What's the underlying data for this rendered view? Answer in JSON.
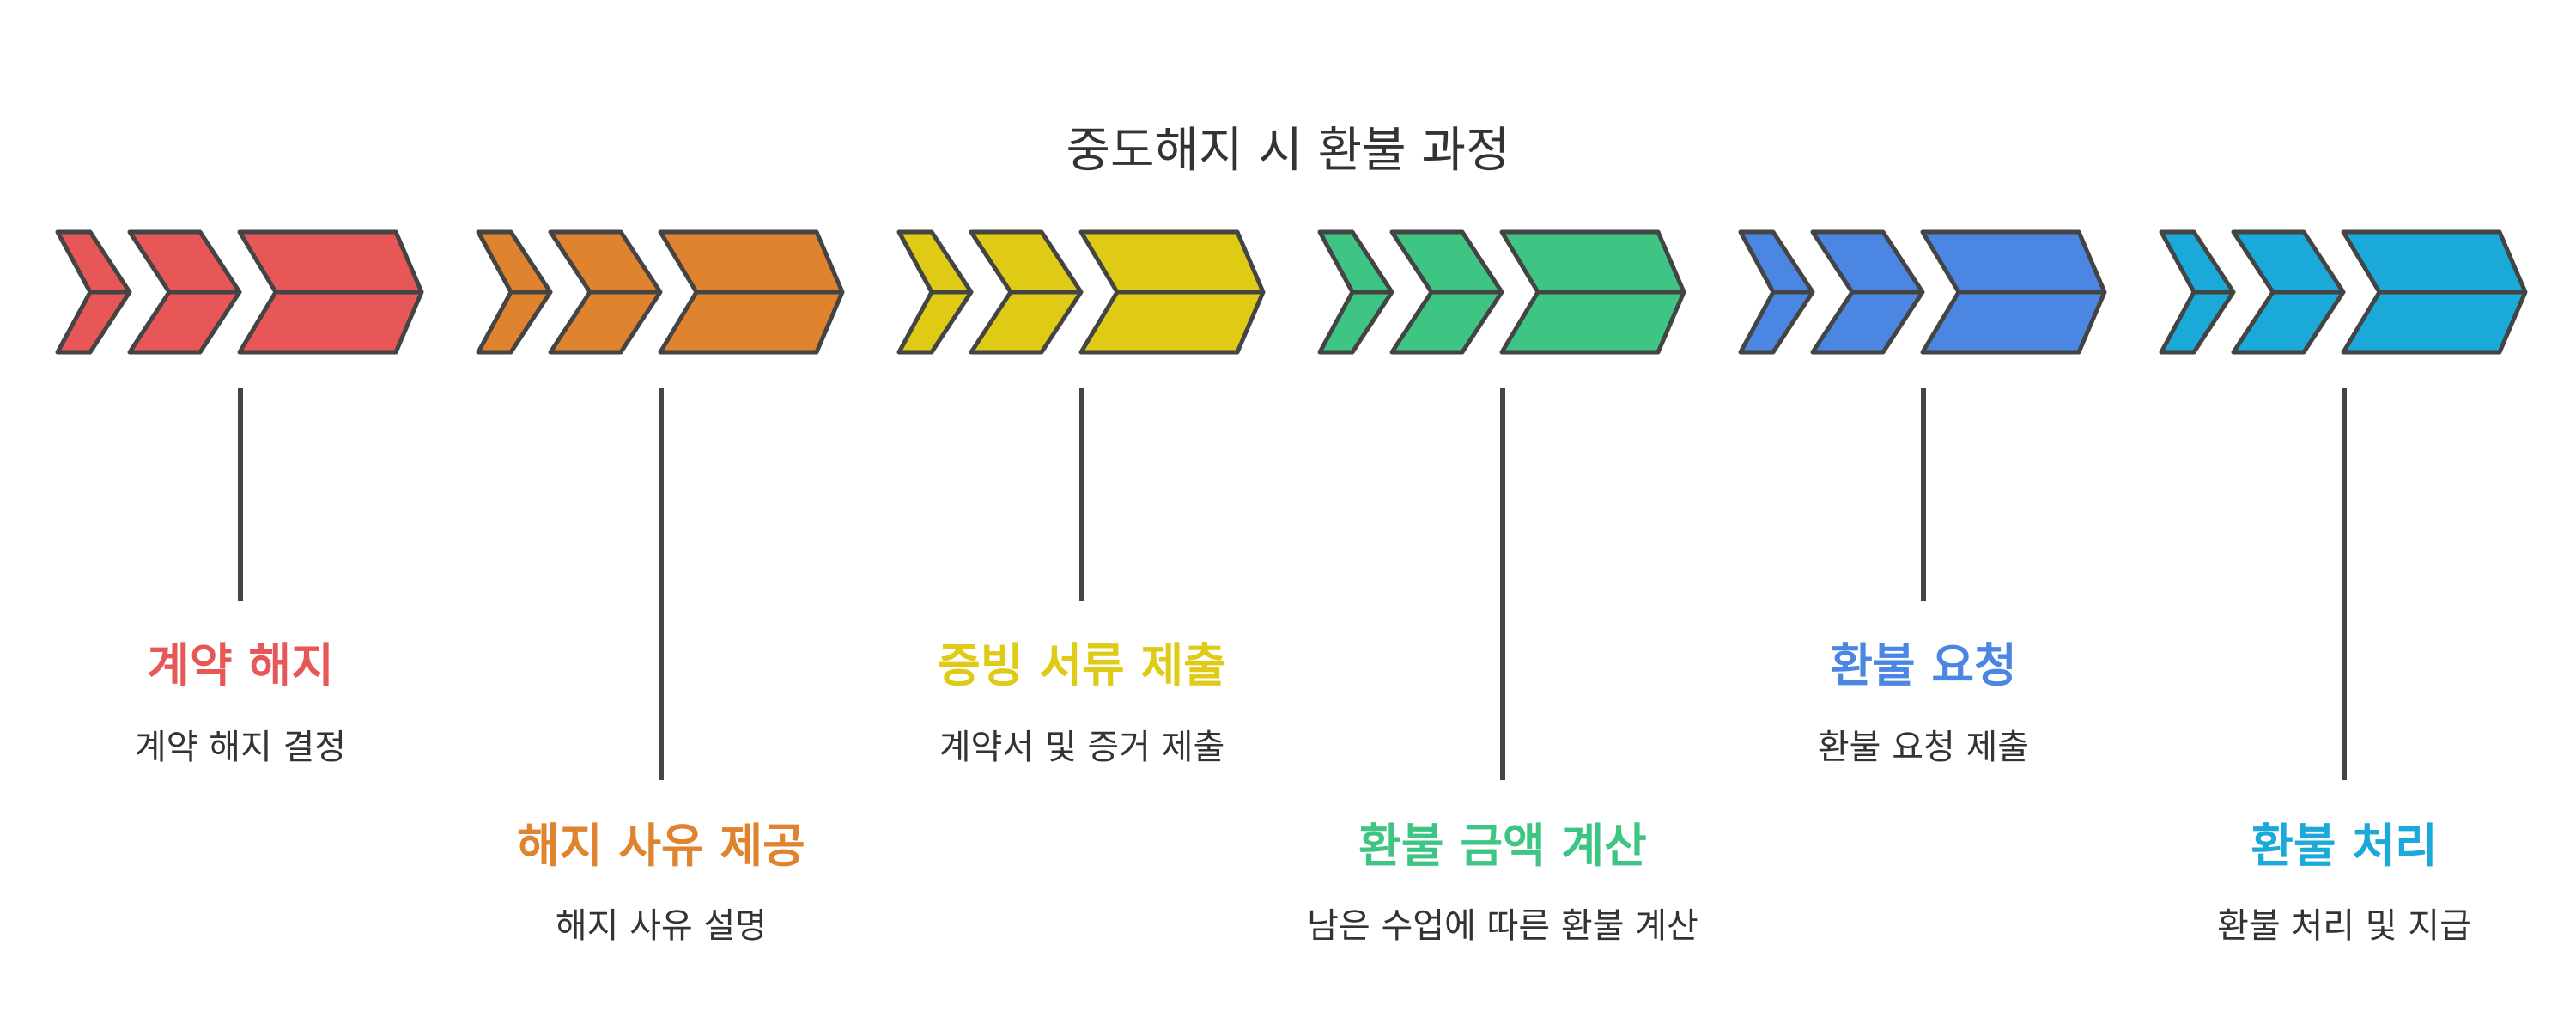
{
  "title": "중도해지 시 환불 과정",
  "steps": [
    {
      "title": "계약 해지",
      "description": "계약 해지 결정",
      "color": "#e85757",
      "label_position": "upper"
    },
    {
      "title": "해지 사유 제공",
      "description": "해지 사유 설명",
      "color": "#e0832e",
      "label_position": "lower"
    },
    {
      "title": "증빙 서류 제출",
      "description": "계약서 및 증거 제출",
      "color": "#dfcb15",
      "label_position": "upper"
    },
    {
      "title": "환불 금액 계산",
      "description": "남은 수업에 따른 환불 계산",
      "color": "#3ec583",
      "label_position": "lower"
    },
    {
      "title": "환불 요청",
      "description": "환불 요청 제출",
      "color": "#4c86e3",
      "label_position": "upper"
    },
    {
      "title": "환불 처리",
      "description": "환불 처리 및 지급",
      "color": "#1aa9d9",
      "label_position": "lower"
    }
  ],
  "outline_color": "#444444"
}
